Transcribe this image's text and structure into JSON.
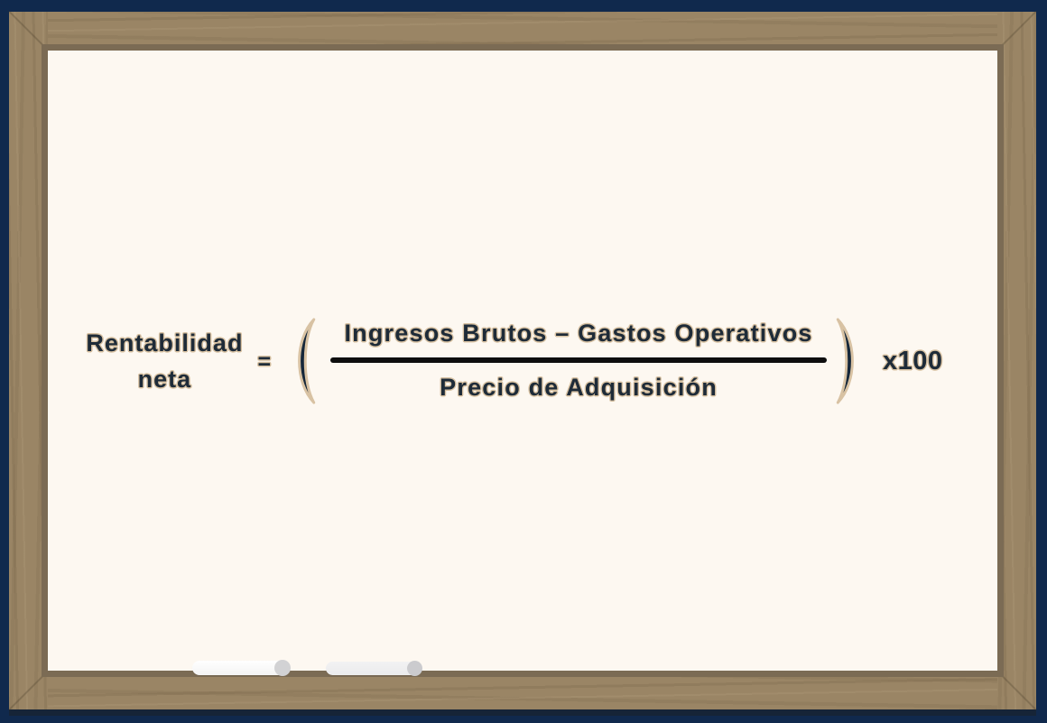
{
  "whiteboard": {
    "formula": {
      "lhs_line1": "Rentabilidad",
      "lhs_line2": "neta",
      "equals": "=",
      "open_paren": "(",
      "numerator": "Ingresos Brutos – Gastos Operativos",
      "denominator": "Precio de Adquisición",
      "close_paren": ")",
      "multiplier": "x100"
    },
    "tray": {
      "items": [
        "white-marker",
        "gray-marker"
      ]
    }
  },
  "colors": {
    "background_navy": "#10294D",
    "frame_wood": "#9A8565",
    "frame_inner_edge": "#7B6B54",
    "board_surface": "#FDF8F1",
    "formula_text": "#1E2B38",
    "text_outline_tan": "#D8C2A3",
    "fraction_bar": "#0E0E0E",
    "marker_white": "#FFFFFF",
    "marker_gray": "#F2F2F3"
  }
}
